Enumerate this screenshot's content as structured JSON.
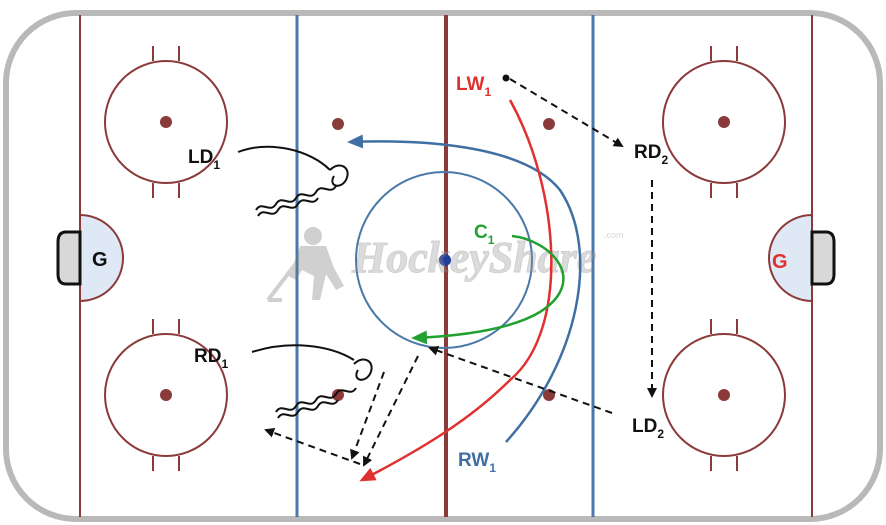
{
  "players": {
    "ld1": {
      "main": "LD",
      "sub": "1"
    },
    "rd1": {
      "main": "RD",
      "sub": "1"
    },
    "lw1": {
      "main": "LW",
      "sub": "1"
    },
    "rd2": {
      "main": "RD",
      "sub": "2"
    },
    "c1": {
      "main": "C",
      "sub": "1"
    },
    "ld2": {
      "main": "LD",
      "sub": "2"
    },
    "rw1": {
      "main": "RW",
      "sub": "1"
    }
  },
  "goalies": {
    "left": "G",
    "right": "G"
  },
  "watermark": {
    "text": "HockeyShare",
    "suffix": ".com"
  },
  "colors": {
    "boards": "#b9b9b9",
    "rink_lines": "#8b3a3a",
    "blue_line": "#4a78a8",
    "lw_path": "#e03030",
    "rw_path": "#3f6fa3",
    "c_path": "#22a030",
    "pass": "#111111",
    "crease": "#dfe8f5"
  }
}
